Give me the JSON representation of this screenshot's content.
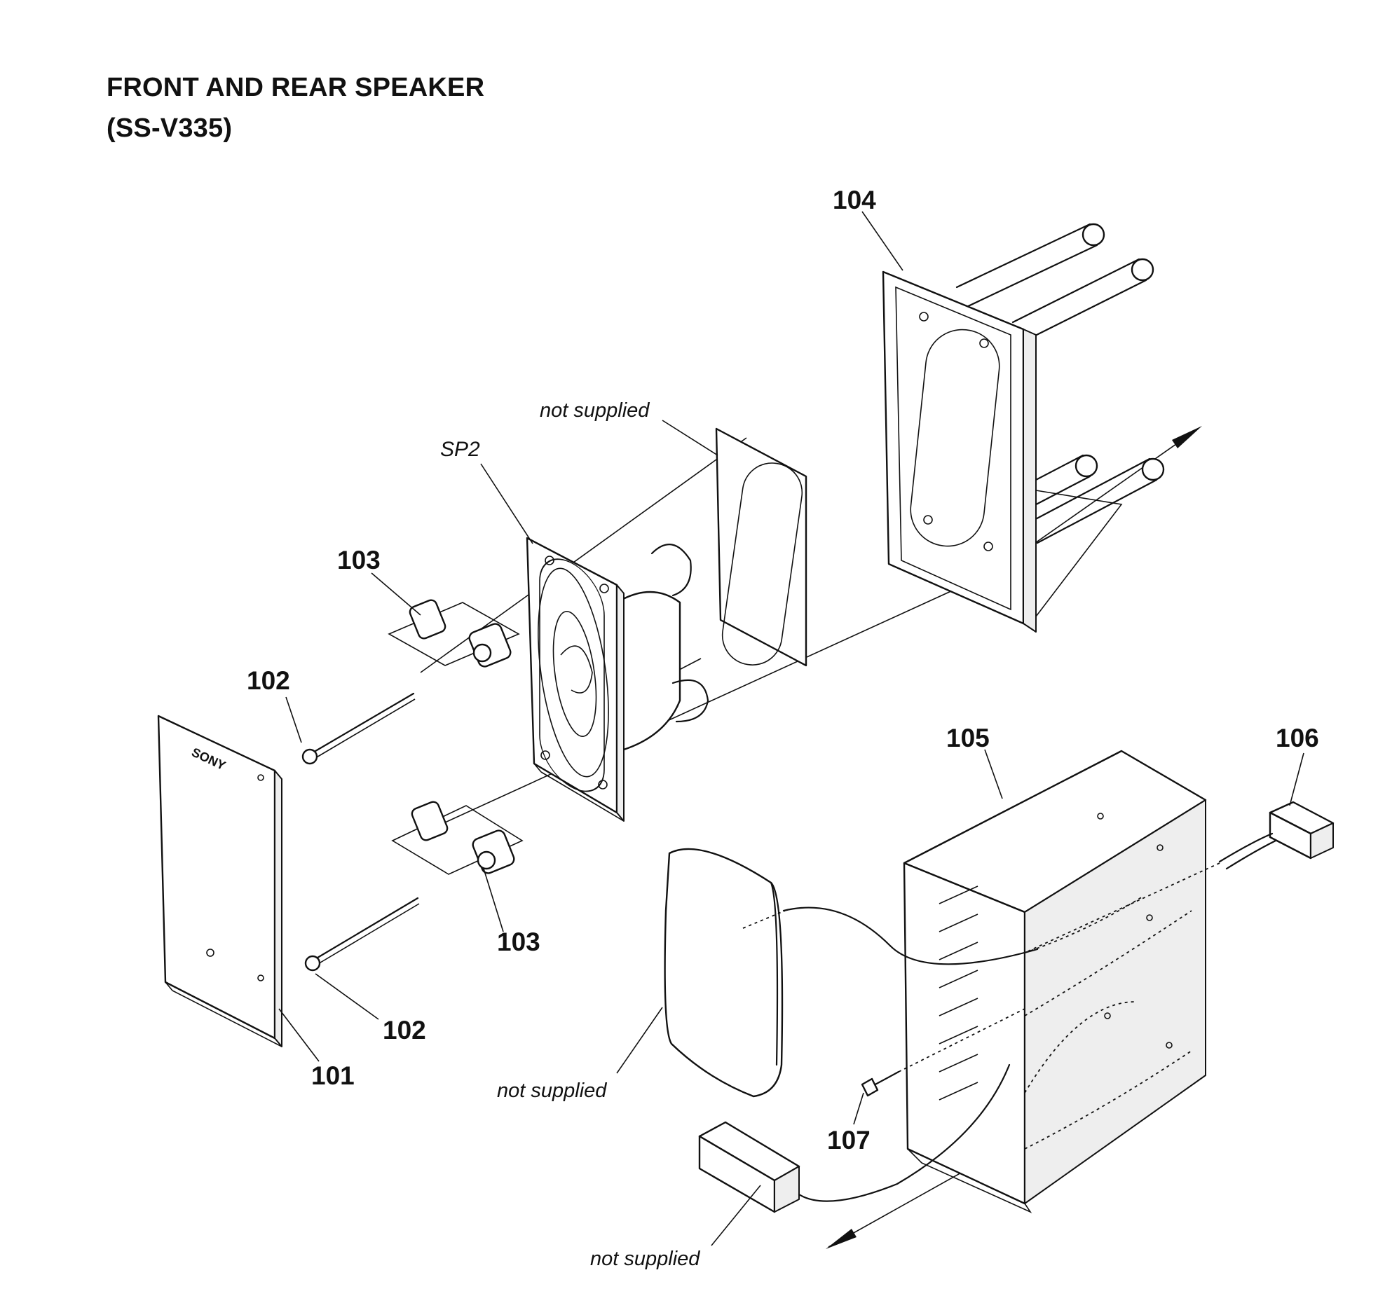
{
  "title": {
    "line1": "FRONT AND REAR SPEAKER",
    "line2": "(SS-V335)"
  },
  "logo_text": "SONY",
  "callouts": {
    "c101": "101",
    "c102a": "102",
    "c102b": "102",
    "c103a": "103",
    "c103b": "103",
    "c104": "104",
    "c105": "105",
    "c106": "106",
    "c107": "107"
  },
  "refs": {
    "sp2": "SP2"
  },
  "notes": {
    "gasket": "not supplied",
    "foam": "not supplied",
    "block": "not supplied"
  }
}
